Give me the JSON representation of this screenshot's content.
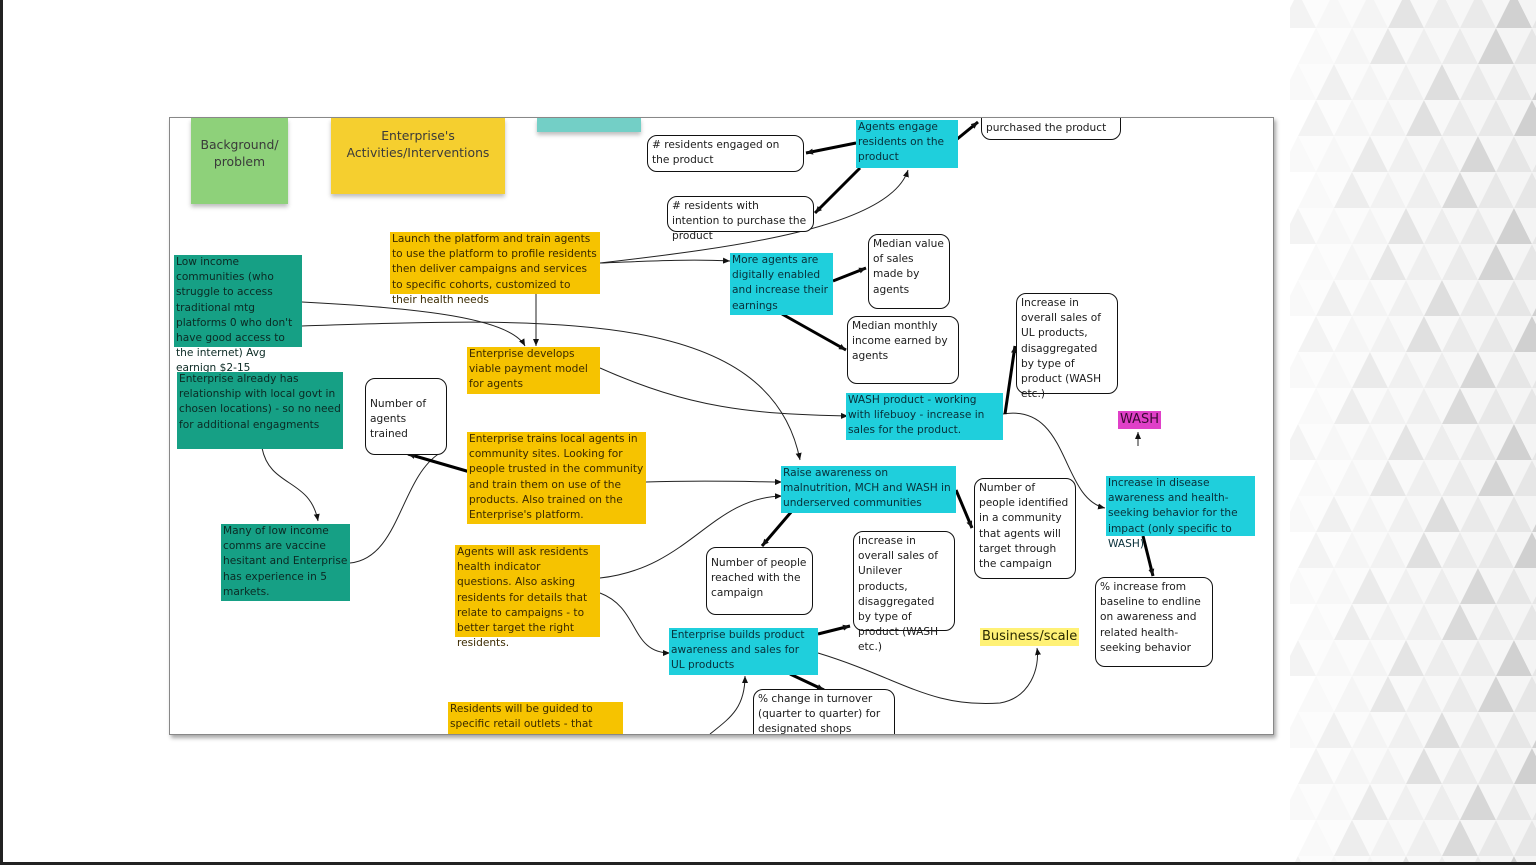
{
  "columns": {
    "background": "Background/ problem",
    "activities": "Enterprise's Activities/Interventions"
  },
  "notes": {
    "low_income": "Low income communities (who struggle to access traditional mtg platforms 0 who don't have good access to the internet) Avg earnign $2-15",
    "relationship": "Enterprise already has relationship with local govt in chosen locations) - so no need for additional engagments",
    "vaccine": "Many of low income comms are vaccine hesitant and Enterprise has experience in 5 markets.",
    "launch": "Launch the platform and train agents to use the platform to profile residents then deliver campaigns and services to specific cohorts, customized to their health needs",
    "payment": "Enterprise develops viable payment model for agents",
    "trains": "Enterprise trains local agents in community sites. Looking for people trusted in the community and train them on use of the products. Also trained on the Enterprise's platform.",
    "ask": "Agents will ask residents health indicator questions. Also asking residents for details that relate to campaigns - to better target the right residents.",
    "guided": "Residents will be guided to specific retail outlets - that Unilever will",
    "agents_engage": "Agents engage residents on the product",
    "more_agents": "More agents are digitally enabled and increase their earnings",
    "wash_product": "WASH product - working with lifebuoy - increase in sales for the product.",
    "raise": "Raise awareness on malnutrition, MCH and WASH in underserved communities",
    "builds": "Enterprise builds product awareness and sales for UL products",
    "increase_disease": "Increase in disease awareness and health-seeking behavior for the impact (only specific to WASH)"
  },
  "indicators": {
    "purchased": "purchased the product",
    "engaged": "# residents engaged on the product",
    "intention": "# residents with intention to purchase the product",
    "median_sales": "Median value of sales made by agents",
    "median_income": "Median monthly income earned by agents",
    "increase_sales_1": "Increase in overall sales of UL products, disaggregated by type of product (WASH etc.)",
    "agents_trained": "Number of agents trained",
    "reached": "Number of people reached with the campaign",
    "increase_sales_2": "Increase in overall sales of Unilever products, disaggregated by type of product (WASH etc.)",
    "identified": "Number of people identified in a community that agents will target through the campaign",
    "pct_increase": "% increase from baseline to endline on awareness and related health-seeking behavior",
    "turnover": "% change in turnover (quarter to quarter) for designated shops"
  },
  "labels": {
    "wash": "WASH",
    "business": "Business/scale"
  },
  "colors": {
    "green": "#16a085",
    "yellow": "#f6c300",
    "cyan": "#1fcfdc",
    "magenta": "#e040c8",
    "highlight_yellow": "#fff176",
    "sticky_green": "#8ed17a",
    "sticky_yellow": "#f5cf2f",
    "sticky_teal": "#73cfc6"
  }
}
